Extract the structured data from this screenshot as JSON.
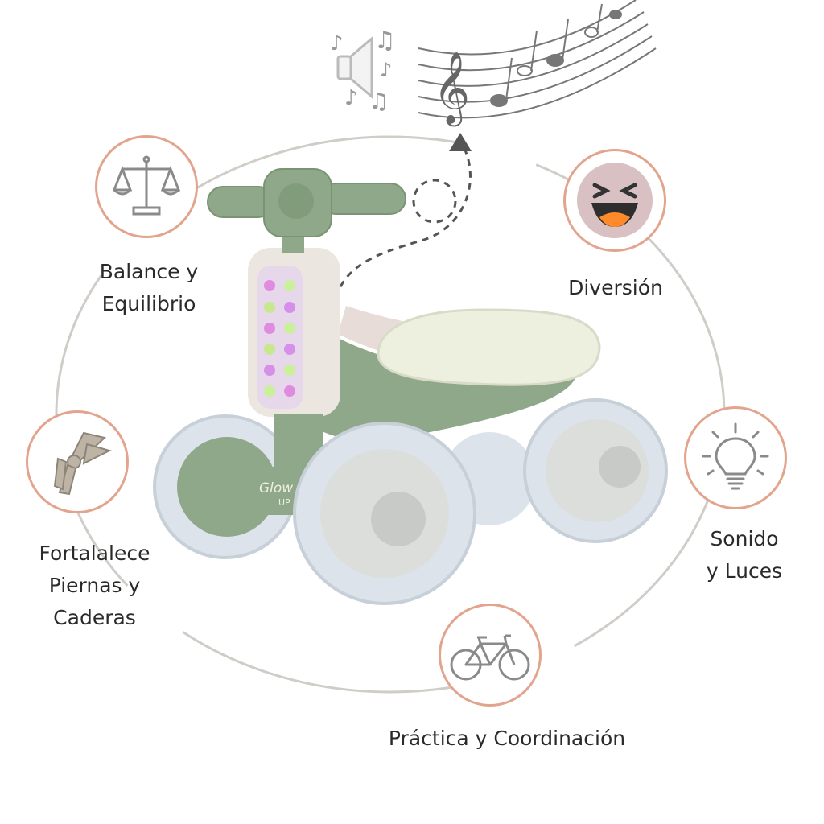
{
  "features": {
    "balance": {
      "line1": "Balance y",
      "line2": "Equilibrio",
      "icon": "balance-scale-icon"
    },
    "fun": {
      "label": "Diversión",
      "icon": "laughing-face-icon"
    },
    "legs": {
      "line1": "Fortalalece",
      "line2": "Piernas y",
      "line3": "Caderas",
      "icon": "leg-icon"
    },
    "sound_lights": {
      "line1": "Sonido",
      "line2": "y Luces",
      "icon": "light-bulb-icon"
    },
    "practice": {
      "label": "Práctica y Coordinación",
      "icon": "bicycle-icon"
    }
  },
  "product": {
    "logo": "Glow UP",
    "icon": "balance-bike-illustration"
  },
  "decor": {
    "music": "music-notes-icon",
    "speaker": "speaker-icon"
  },
  "colors": {
    "accent": "#e3a48e",
    "bike_green": "#8fa889",
    "icon_gray": "#8a8a8a",
    "ring": "#d0ccc8"
  }
}
